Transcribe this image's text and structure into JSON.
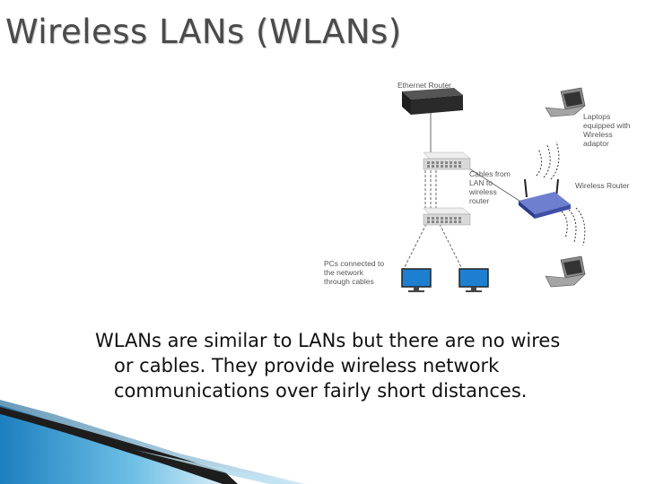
{
  "slide": {
    "title": "Wireless LANs (WLANs)",
    "body_line1": "WLANs are similar to LANs but there are no wires",
    "body_line2": "or cables. They provide wireless network",
    "body_line3": "communications over fairly short distances."
  },
  "diagram": {
    "labels": {
      "ethernet_router": "Ethernet Router",
      "laptops_1": "Laptops",
      "laptops_2": "equipped with",
      "laptops_3": "Wireless",
      "laptops_4": "adaptor",
      "cables_1": "Cables from",
      "cables_2": "LAN to",
      "cables_3": "wireless",
      "cables_4": "router",
      "wireless_router": "Wireless Router",
      "pcs_1": "PCs connected to",
      "pcs_2": "the network",
      "pcs_3": "through cables"
    },
    "colors": {
      "router_body": "#2a2a2a",
      "switch_body": "#d8d8d8",
      "wireless_router_body": "#3f4fa8",
      "monitor_screen": "#1e7fd1",
      "laptop_body": "#9a9a9a",
      "accent_blue": "#1a8fd0"
    }
  }
}
